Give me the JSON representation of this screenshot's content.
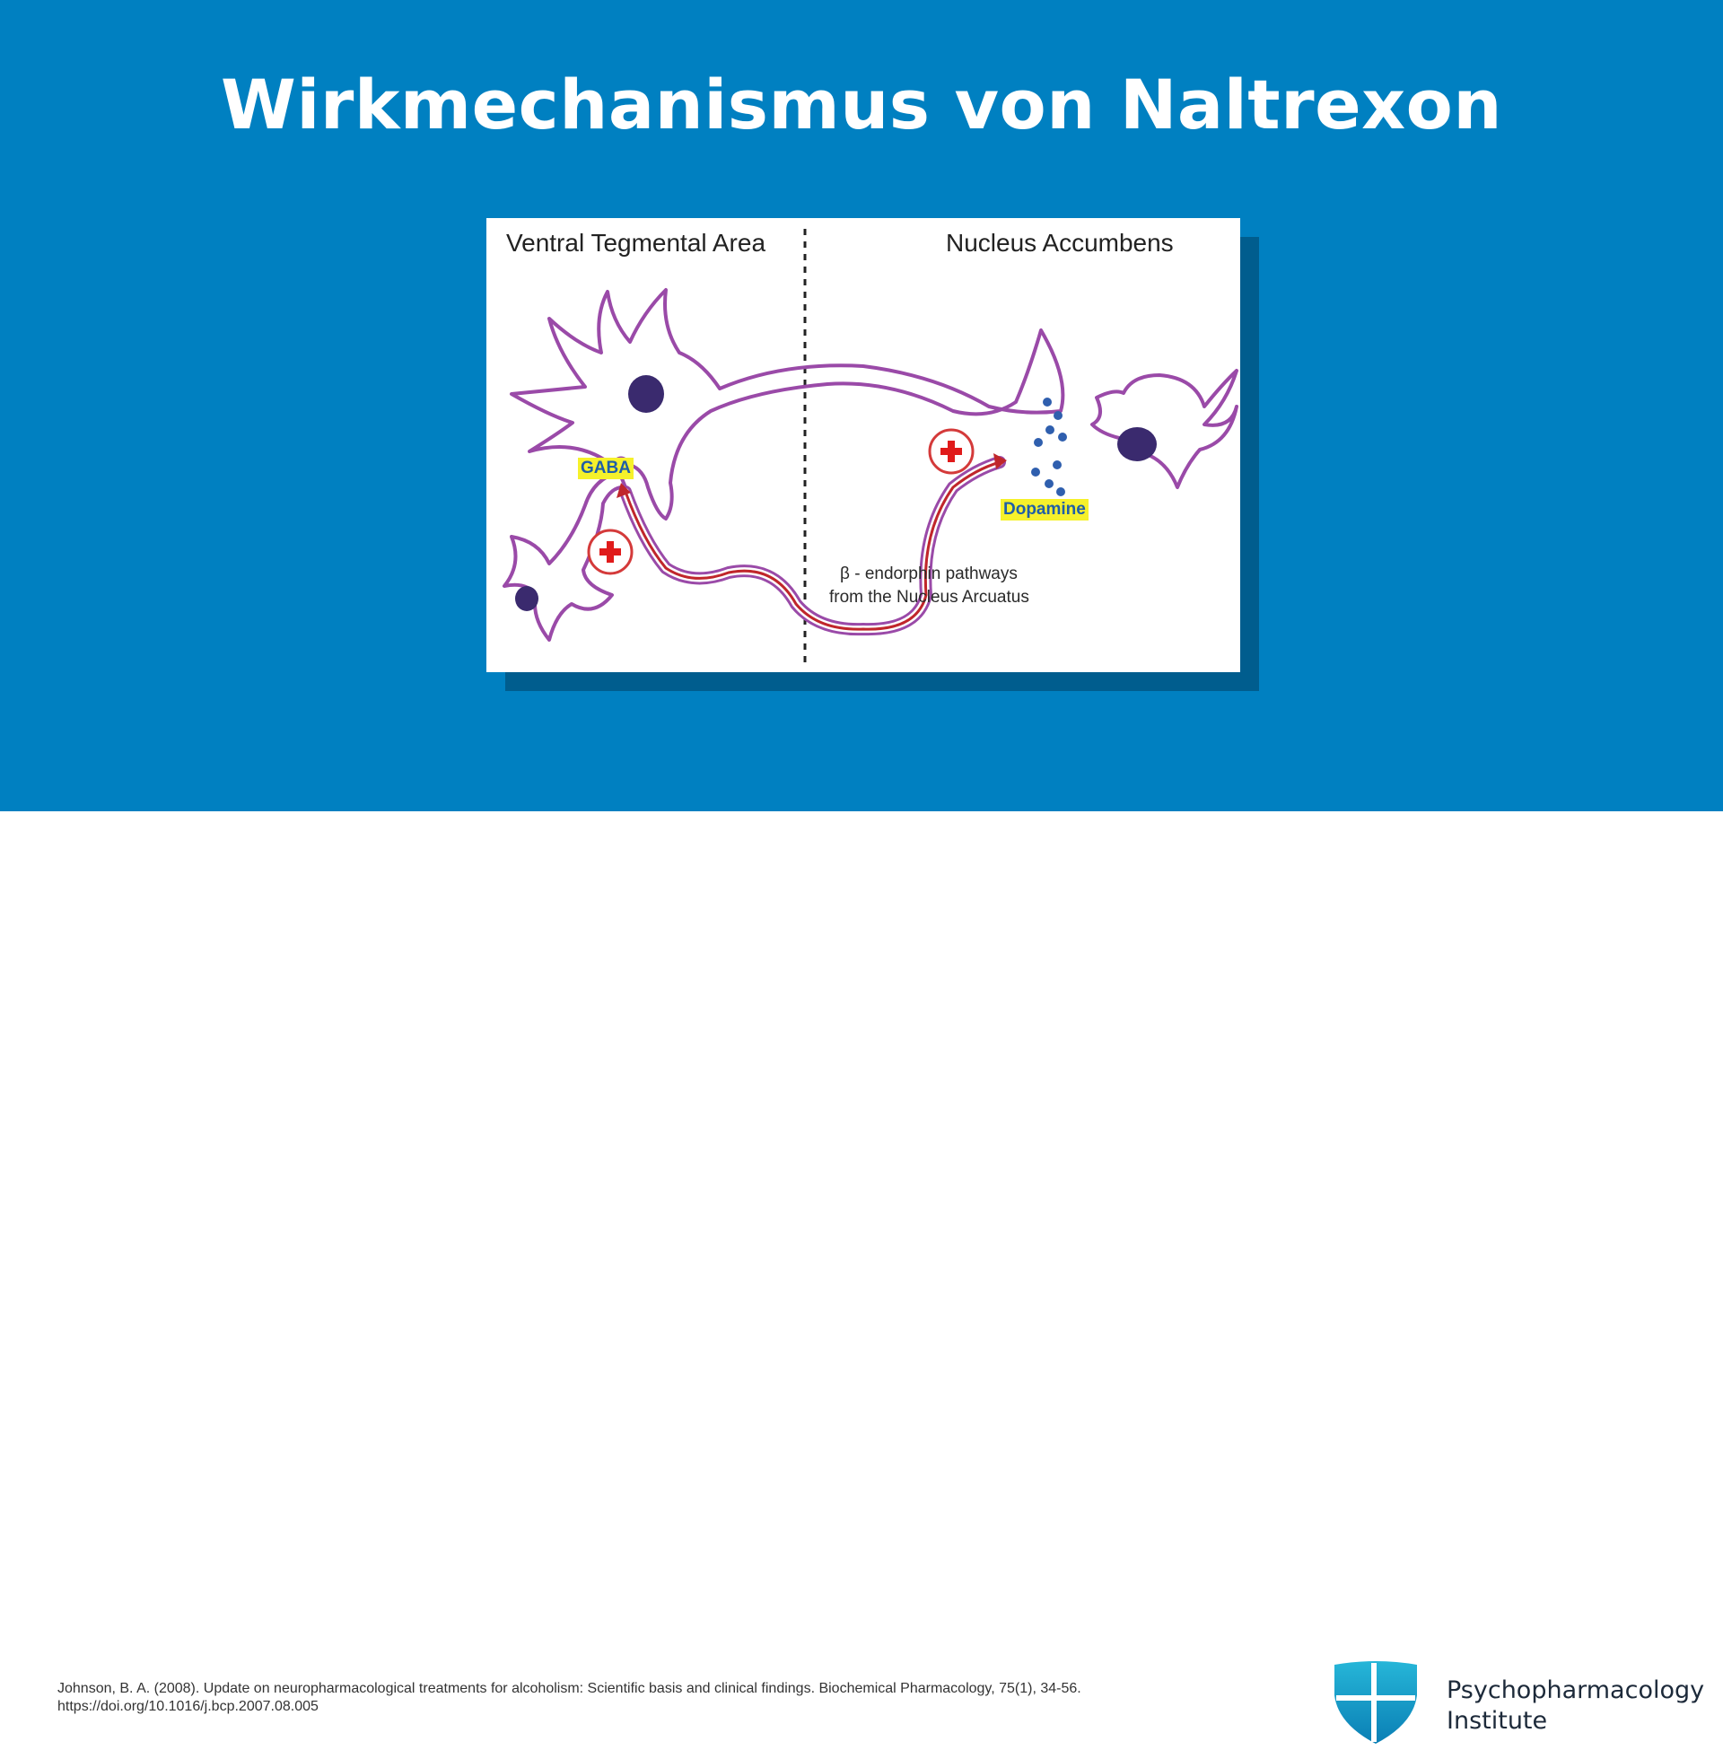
{
  "slide": {
    "title": "Wirkmechanismus von Naltrexon"
  },
  "diagram": {
    "region_left": "Ventral Tegmental Area",
    "region_right": "Nucleus Accumbens",
    "gaba_label": "GABA",
    "dopamine_label": "Dopamine",
    "pathway_line1": "β - endorphin pathways",
    "pathway_line2": "from the Nucleus Arcuatus"
  },
  "citation": {
    "line1": "Johnson, B. A. (2008). Update on neuropharmacological treatments for alcoholism: Scientific basis and clinical findings. Biochemical Pharmacology, 75(1), 34-56.",
    "line2": "https://doi.org/10.1016/j.bcp.2007.08.005"
  },
  "brand": {
    "line1": "Psychopharmacology",
    "line2": "Institute",
    "logo_icon": "shield-cross-icon"
  },
  "colors": {
    "background": "#0080c1",
    "neuron_outline": "#9a4aa8",
    "nucleus": "#3a2a6e",
    "pathway": "#c0262b",
    "dopamine_dots": "#2f5fae",
    "highlight": "#f6f12b"
  }
}
